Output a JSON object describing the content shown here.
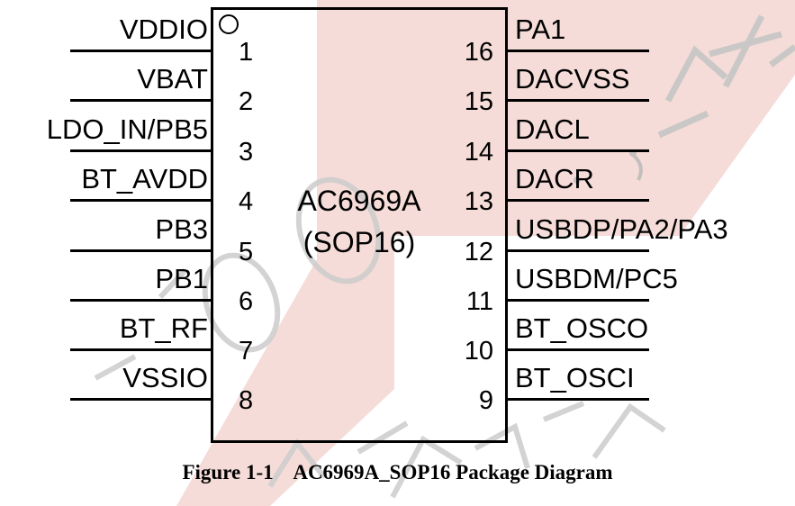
{
  "figure": {
    "caption_number": "Figure 1-1",
    "caption_text": "AC6969A_SOP16 Package Diagram",
    "caption_full": "Figure 1-1    AC6969A_SOP16 Package Diagram"
  },
  "chip": {
    "part_name": "AC6969A",
    "package": "(SOP16)",
    "pin1_marker": "pin1-circle-marker"
  },
  "colors": {
    "line": "#000000",
    "background": "#ffffff",
    "watermark_band": "#f5dcd8",
    "watermark_text": "#c9c9c9"
  },
  "pins": {
    "left": [
      {
        "number": "1",
        "label": "VDDIO"
      },
      {
        "number": "2",
        "label": "VBAT"
      },
      {
        "number": "3",
        "label": "LDO_IN/PB5"
      },
      {
        "number": "4",
        "label": "BT_AVDD"
      },
      {
        "number": "5",
        "label": "PB3"
      },
      {
        "number": "6",
        "label": "PB1"
      },
      {
        "number": "7",
        "label": "BT_RF"
      },
      {
        "number": "8",
        "label": "VSSIO"
      }
    ],
    "right": [
      {
        "number": "16",
        "label": "PA1"
      },
      {
        "number": "15",
        "label": "DACVSS"
      },
      {
        "number": "14",
        "label": "DACL"
      },
      {
        "number": "13",
        "label": "DACR"
      },
      {
        "number": "12",
        "label": "USBDP/PA2/PA3"
      },
      {
        "number": "11",
        "label": "USBDM/PC5"
      },
      {
        "number": "10",
        "label": "BT_OSCO"
      },
      {
        "number": "9",
        "label": "BT_OSCI"
      }
    ]
  }
}
